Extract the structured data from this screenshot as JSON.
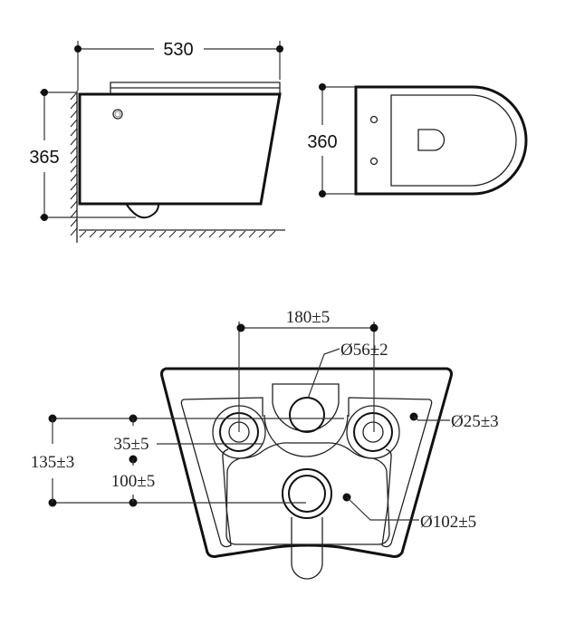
{
  "side_view": {
    "width_label": "530",
    "height_label": "365"
  },
  "top_view": {
    "depth_label": "360"
  },
  "rear_view": {
    "inlet_spacing_label": "180±5",
    "center_inlet_label": "Ø56±2",
    "fixing_hole_label": "Ø25±3",
    "outlet_label": "Ø102±5",
    "overall_height_label": "135±3",
    "inlet_offset_label": "35±5",
    "outlet_height_label": "100±5"
  },
  "colors": {
    "line": "#111111",
    "background": "#ffffff"
  }
}
